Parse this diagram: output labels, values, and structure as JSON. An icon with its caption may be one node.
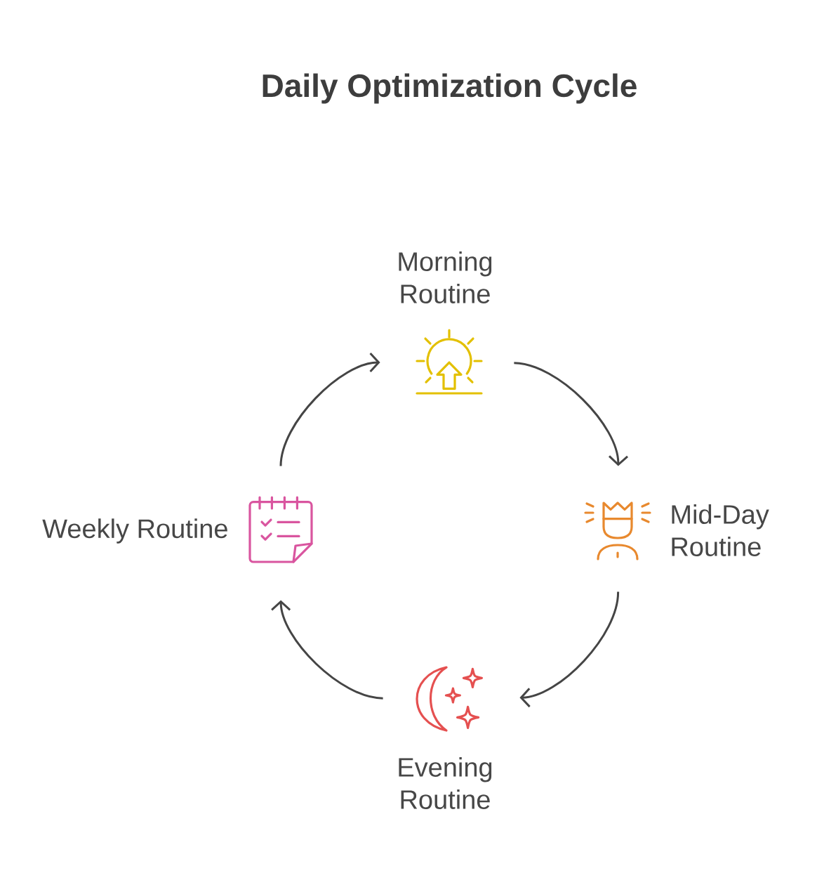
{
  "diagram": {
    "title": "Daily Optimization Cycle",
    "nodes": [
      {
        "text": [],
        "shape": "picture",
        "beside": [
          "Morning Routine"
        ]
      },
      {
        "text": [],
        "shape": "picture",
        "beside": [
          "Mid-Day Routine"
        ]
      },
      {
        "text": [],
        "shape": "picture",
        "beside": [
          "Evening Routine"
        ]
      },
      {
        "text": [],
        "shape": "picture",
        "beside": [
          "Weekly Routine"
        ]
      }
    ],
    "edges": [
      {
        "from": 0,
        "to": 1,
        "arrow": "to"
      },
      {
        "from": 1,
        "to": 2,
        "arrow": "to"
      },
      {
        "from": 2,
        "to": 3,
        "arrow": "to"
      },
      {
        "from": 3,
        "to": 0,
        "arrow": "to"
      }
    ]
  }
}
